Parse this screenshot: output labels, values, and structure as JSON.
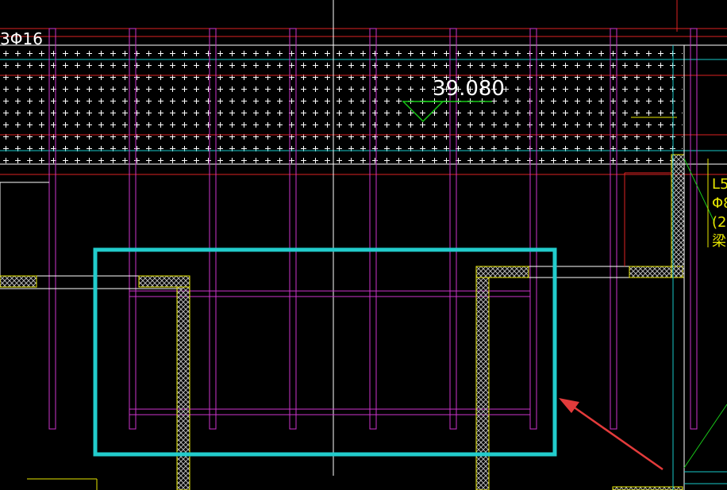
{
  "drawing": {
    "rebar_label": "3Φ16",
    "elevation": "39.080",
    "side_labels": [
      "L5",
      "Φ8",
      "(2",
      "梁"
    ]
  },
  "colors": {
    "background": "#000000",
    "rebar_magenta": "#cc33cc",
    "slab_red": "#dd2222",
    "cyan_line": "#19c8c8",
    "white_line": "#ffffff",
    "yellow_line": "#e6e600",
    "green_line": "#19c819",
    "highlight_box": "#22cccc",
    "callout_arrow": "#e33b3b",
    "hatch": "#b4b4b4"
  },
  "icons": {
    "elevation_marker": "triangle-elevation-symbol",
    "callout": "arrow-pointer"
  }
}
